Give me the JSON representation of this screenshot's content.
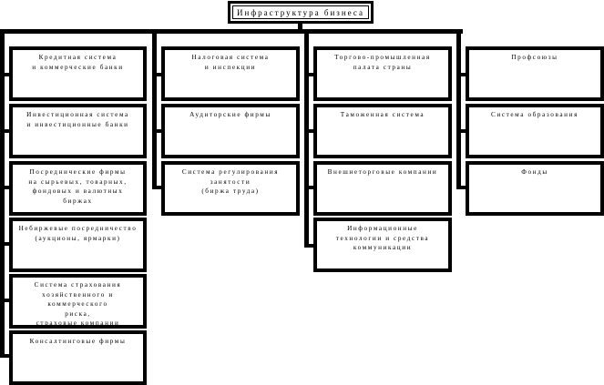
{
  "title": "Инфраструктура бизнеса",
  "columns": [
    {
      "boxes": [
        "Кредитная система\nи коммерческие банки",
        "Инвестиционная система\nи инвестиционные банки",
        "Посреднические фирмы\nна сырьевых, товарных,\nфондовых и валютных\nбиржах",
        "Небиржевые посредничество\n(аукционы, ярмарки)",
        "Система страхования\nхозяйственного и коммерческого\nриска,\nстраховые компании",
        "Консалтинговые фирмы"
      ]
    },
    {
      "boxes": [
        "Налоговая система\nи инспекции",
        "Аудиторские фирмы",
        "Система регулирования\nзанятости\n(биржа труда)"
      ]
    },
    {
      "boxes": [
        "Торгово-промышленная\nпалата страны",
        "Таможенная система",
        "Внешнеторговые компании",
        "Информационные\nтехнологии и средства\nкоммуникации"
      ]
    },
    {
      "boxes": [
        "Профсоюзы",
        "Система образования",
        "Фонды"
      ]
    }
  ]
}
